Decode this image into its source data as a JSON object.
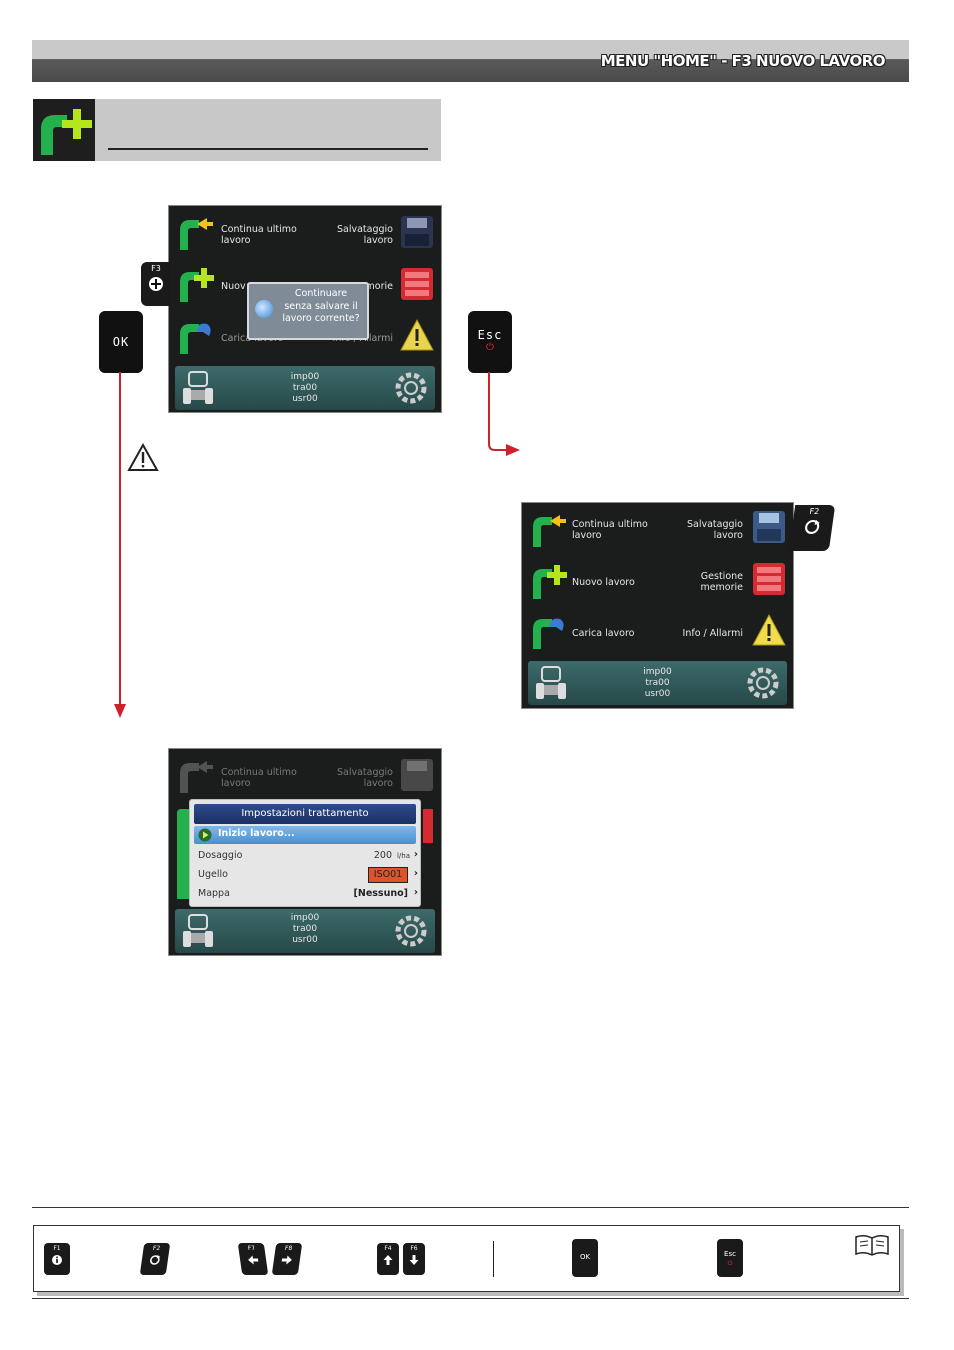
{
  "header": {
    "title": "MENU \"HOME\" - F3 NUOVO LAVORO"
  },
  "home_menu": {
    "continue_last": "Continua ultimo\nlavoro",
    "new_job": "Nuovo lavoro",
    "new_job_short": "Nuov",
    "load_job": "Carica lavoro",
    "save": "Salvataggio\nlavoro",
    "memory": "Gestione\nmemorie",
    "memory_short": "morie",
    "info": "Info / Allarmi",
    "status_lines": [
      "imp00",
      "tra00",
      "usr00"
    ]
  },
  "confirm_popup": {
    "text": "Continuare\nsenza salvare il\nlavoro corrente?"
  },
  "treatment_popup": {
    "title": "Impostazioni trattamento",
    "start": "Inizio lavoro...",
    "rows": [
      {
        "label": "Dosaggio",
        "value": "200",
        "unit": "l/ha"
      },
      {
        "label": "Ugello",
        "value": "ISO01"
      },
      {
        "label": "Mappa",
        "value": "[Nessuno]"
      }
    ]
  },
  "keys": {
    "f3": "F3",
    "f2": "F2",
    "ok": "OK",
    "esc": "Esc",
    "footer": [
      "F1",
      "F2",
      "F7",
      "F8",
      "F4",
      "F6",
      "OK",
      "Esc"
    ]
  },
  "colors": {
    "arrow_red": "#d0202c",
    "accent_green": "#3fbf3f",
    "highlight_orange": "#e0522a"
  }
}
